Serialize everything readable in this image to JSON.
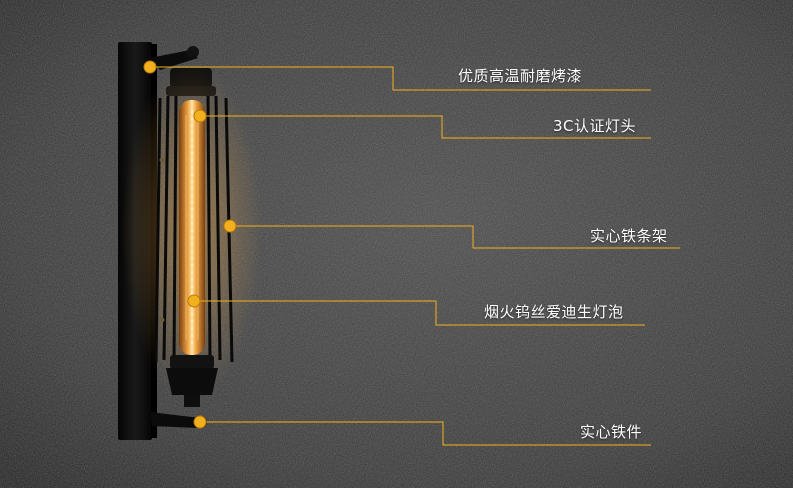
{
  "callouts": [
    {
      "text": "优质高温耐磨烤漆"
    },
    {
      "text": "3C认证灯头"
    },
    {
      "text": "实心铁条架"
    },
    {
      "text": "烟火钨丝爱迪生灯泡"
    },
    {
      "text": "实心铁件"
    }
  ],
  "colors": {
    "accent": "#f2b01e",
    "wall": "#3a3a3a",
    "metal": "#0d0d0d",
    "glow": "#f7c35a"
  }
}
